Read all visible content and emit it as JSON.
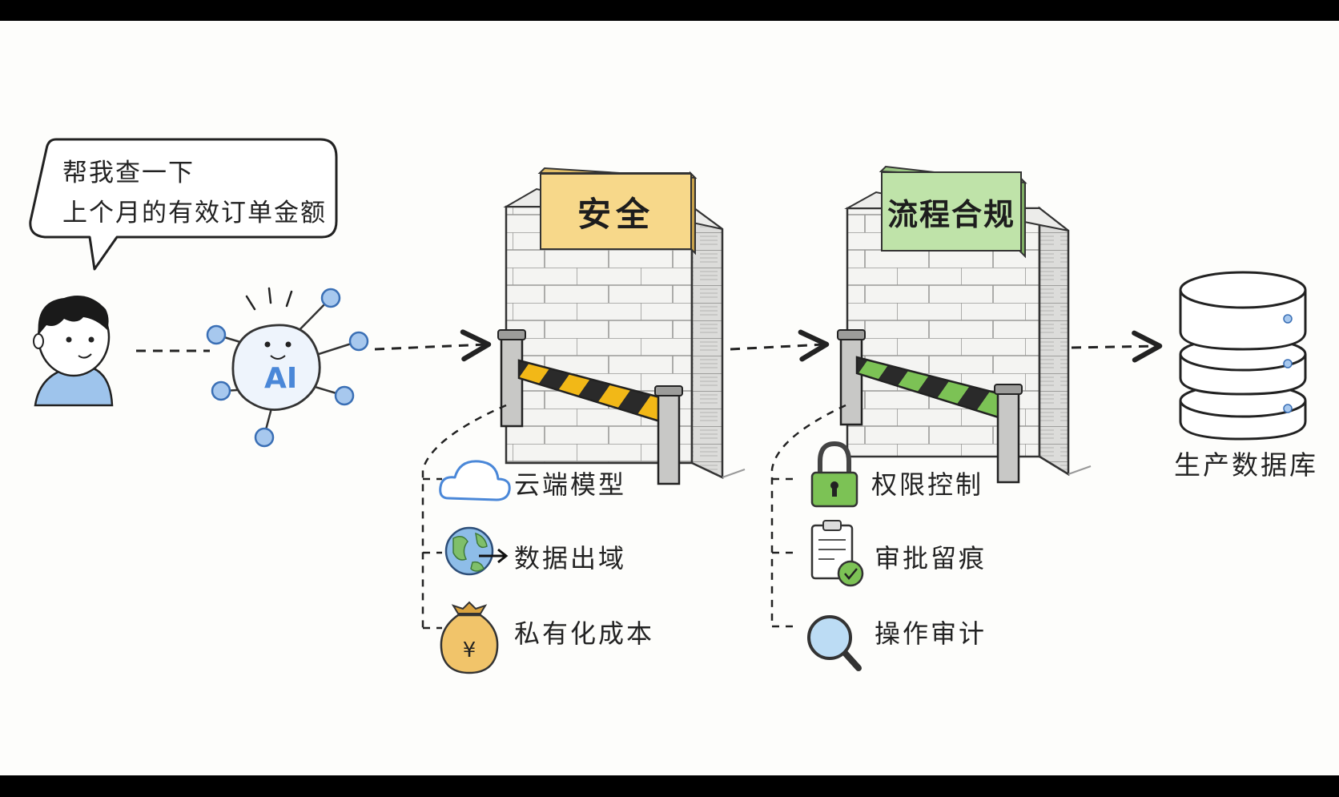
{
  "speech_bubble": {
    "line1": "帮我查一下",
    "line2": "上个月的有效订单金额"
  },
  "ai_badge": "AI",
  "gate_security": {
    "sign": "安全",
    "sign_color": "#f7d88a",
    "barrier_color": "#f2b817",
    "items": [
      {
        "label": "云端模型",
        "icon": "cloud-icon"
      },
      {
        "label": "数据出域",
        "icon": "globe-arrow-icon"
      },
      {
        "label": "私有化成本",
        "icon": "money-bag-yen-icon"
      }
    ]
  },
  "gate_compliance": {
    "sign": "流程合规",
    "sign_color": "#bfe3a9",
    "barrier_color": "#7cc255",
    "items": [
      {
        "label": "权限控制",
        "icon": "padlock-icon"
      },
      {
        "label": "审批留痕",
        "icon": "clipboard-check-icon"
      },
      {
        "label": "操作审计",
        "icon": "magnifier-icon"
      }
    ]
  },
  "database": {
    "label": "生产数据库"
  },
  "colors": {
    "ai_blue": "#4a87d8",
    "ink": "#222222"
  }
}
